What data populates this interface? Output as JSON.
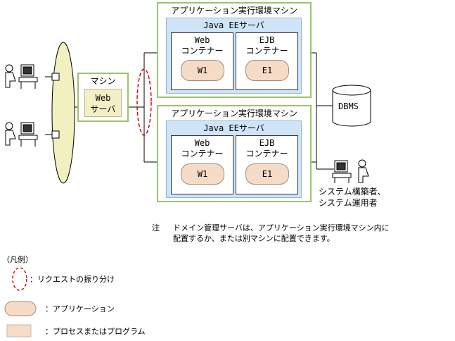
{
  "app_machine_title": "アプリケーション実行環境マシン",
  "java_ee_server": "Java EEサーバ",
  "web_container": [
    "Web",
    "コンテナー"
  ],
  "ejb_container": [
    "EJB",
    "コンテナー"
  ],
  "web_app": "W1",
  "ejb_app": "E1",
  "machine_title": "マシン",
  "web_server": [
    "Web",
    "サーバ"
  ],
  "dbms": "DBMS",
  "operator": [
    "システム構築者、",
    "システム運用者"
  ],
  "note": {
    "mark": "注",
    "line1": "ドメイン管理サーバは、アプリケーション実行環境マシン内に",
    "line2": "配置するか、または別マシンに配置できます。"
  },
  "legend": {
    "title": "（凡例）",
    "request": "：リクエストの振り分け",
    "application": "：アプリケーション",
    "process": "：プロセスまたはプログラム"
  },
  "colors": {
    "machine_border": "#9dc36a",
    "javaee_fill": "#cfe4f7",
    "app_fill": "#f6dcc7",
    "webserver_fill": "#f3f0c8",
    "network_fill": "#f0f0c0",
    "request_dash": "#e00000"
  }
}
